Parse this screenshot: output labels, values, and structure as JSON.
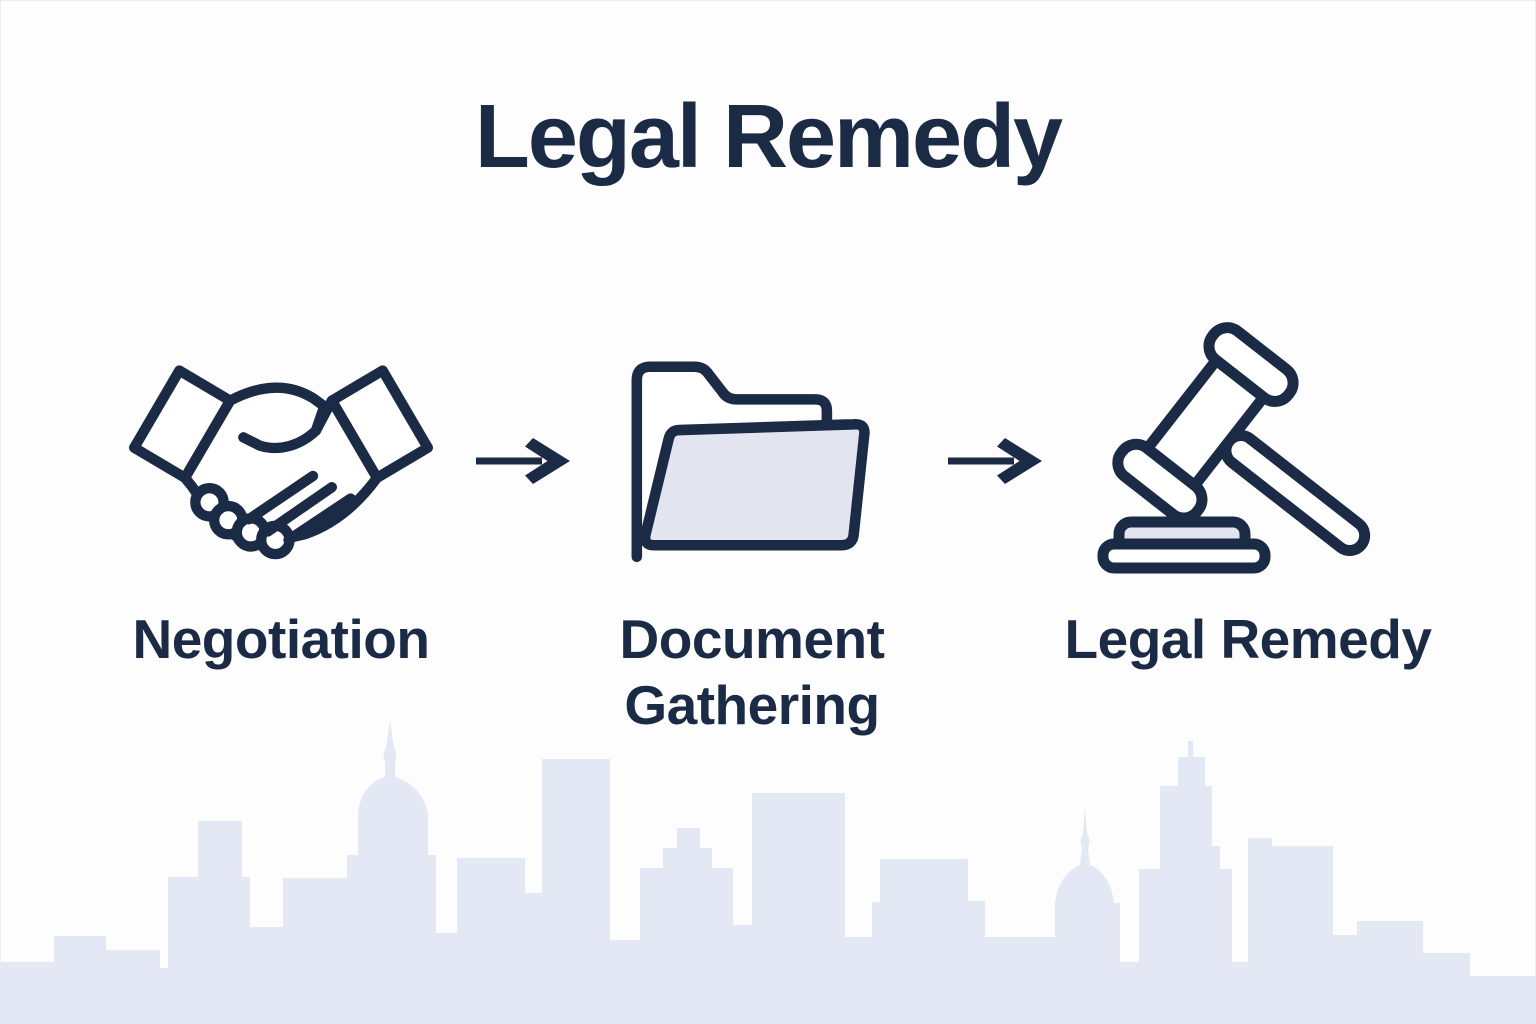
{
  "title": "Legal Remedy",
  "steps": [
    {
      "label": "Negotiation",
      "icon": "handshake-icon"
    },
    {
      "label": "Document Gathering",
      "icon": "folder-icon"
    },
    {
      "label": "Legal Remedy",
      "icon": "gavel-icon"
    }
  ],
  "connectors": [
    {
      "icon": "arrow-right-icon"
    },
    {
      "icon": "arrow-right-icon"
    }
  ],
  "background_art": "city-skyline",
  "colors": {
    "ink": "#1b2b45",
    "panel": "#e2e5f0",
    "skyline": "#e4e8f4",
    "bg": "#fdfdfe"
  }
}
